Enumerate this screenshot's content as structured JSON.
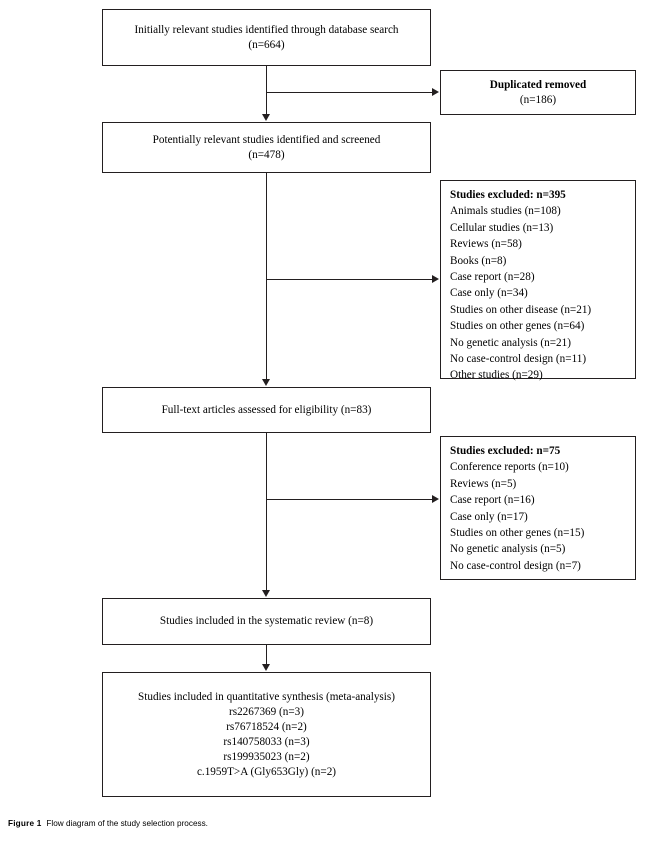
{
  "figure": {
    "caption_label": "Figure 1",
    "caption_text": "Flow diagram of the study selection process."
  },
  "colors": {
    "stroke": "#231f20",
    "background": "#ffffff",
    "text": "#000000"
  },
  "flow": {
    "identified": {
      "line1": "Initially relevant studies identified through database search",
      "line2": "(n=664)"
    },
    "duplicates": {
      "line1": "Duplicated removed",
      "line2": "(n=186)"
    },
    "screened": {
      "line1": "Potentially relevant studies identified and screened",
      "line2": "(n=478)"
    },
    "excluded1": {
      "heading": "Studies excluded: n=395",
      "items": [
        "Animals studies (n=108)",
        "Cellular studies (n=13)",
        "Reviews (n=58)",
        "Books (n=8)",
        "Case report (n=28)",
        "Case only (n=34)",
        "Studies on other disease (n=21)",
        "Studies on other genes (n=64)",
        "No genetic analysis (n=21)",
        "No case-control design (n=11)",
        "Other studies (n=29)"
      ]
    },
    "fulltext": {
      "line1": "Full-text articles assessed for eligibility (n=83)"
    },
    "excluded2": {
      "heading": "Studies excluded: n=75",
      "items": [
        "Conference reports (n=10)",
        "Reviews (n=5)",
        "Case report (n=16)",
        "Case only (n=17)",
        "Studies on other genes (n=15)",
        "No genetic analysis (n=5)",
        "No case-control design (n=7)"
      ]
    },
    "included": {
      "line1": "Studies included in the systematic review (n=8)"
    },
    "meta": {
      "line1": "Studies included in quantitative synthesis (meta-analysis)",
      "variants": [
        "rs2267369 (n=3)",
        "rs76718524 (n=2)",
        "rs140758033 (n=3)",
        "rs199935023 (n=2)",
        "c.1959T>A (Gly653Gly) (n=2)"
      ]
    }
  }
}
